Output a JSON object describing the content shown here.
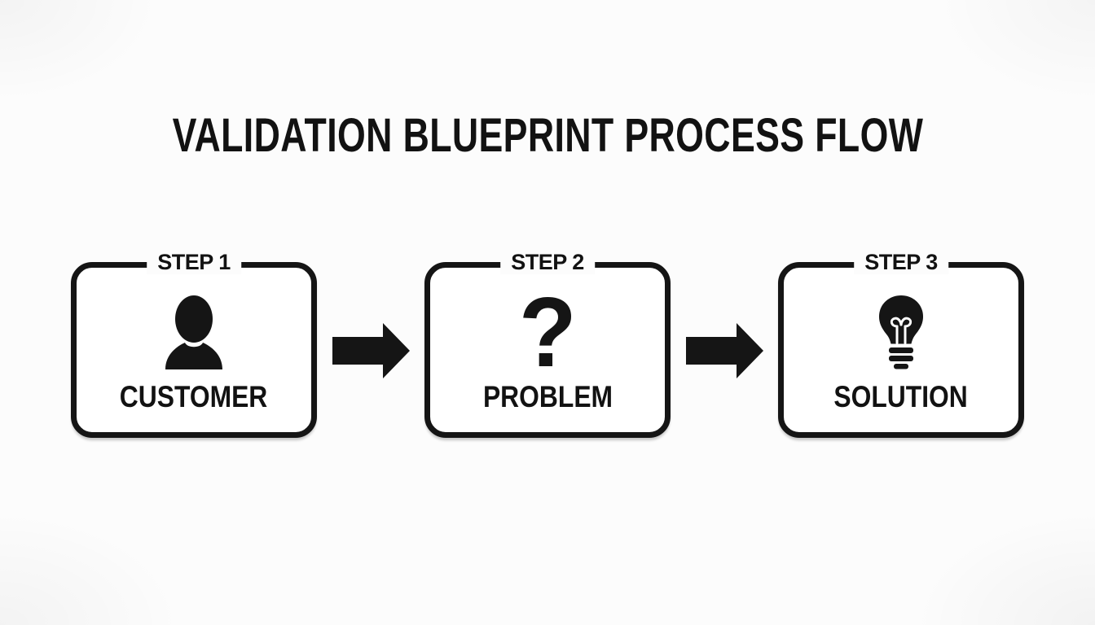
{
  "title": "VALIDATION BLUEPRINT PROCESS FLOW",
  "steps": [
    {
      "tag": "STEP 1",
      "label": "CUSTOMER",
      "icon": "person-icon"
    },
    {
      "tag": "STEP 2",
      "label": "PROBLEM",
      "icon": "question-mark-icon",
      "glyph": "?"
    },
    {
      "tag": "STEP 3",
      "label": "SOLUTION",
      "icon": "lightbulb-icon"
    }
  ],
  "connectors": [
    {
      "icon": "arrow-right-icon"
    },
    {
      "icon": "arrow-right-icon"
    }
  ],
  "colors": {
    "ink": "#151515",
    "background": "#fcfcfc",
    "box_fill": "#ffffff"
  }
}
